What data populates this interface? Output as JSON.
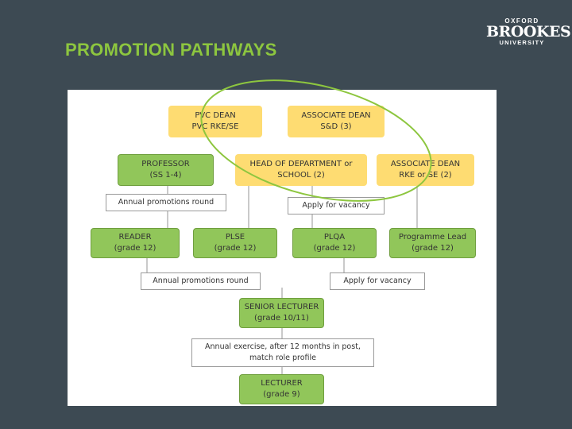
{
  "slide": {
    "title": "PROMOTION PATHWAYS"
  },
  "logo": {
    "line1": "OXFORD",
    "line2": "BROOKES",
    "line3": "UNIVERSITY"
  },
  "diagram": {
    "pvc_dean": "PVC DEAN\nPVC RKE/SE",
    "assoc_dean_sd": "ASSOCIATE DEAN\nS&D (3)",
    "professor": "PROFESSOR\n(SS 1-4)",
    "head_dept": "HEAD OF DEPARTMENT or\nSCHOOL (2)",
    "assoc_dean_rke": "ASSOCIATE DEAN\nRKE or SE (2)",
    "annual_round_top": "Annual promotions round",
    "apply_vacancy_top": "Apply for vacancy",
    "reader": "READER\n(grade 12)",
    "plse": "PLSE\n(grade 12)",
    "plqa": "PLQA\n(grade 12)",
    "programme_lead": "Programme Lead\n(grade 12)",
    "annual_round_mid": "Annual promotions round",
    "apply_vacancy_mid": "Apply for vacancy",
    "senior_lecturer": "SENIOR LECTURER\n(grade 10/11)",
    "annual_exercise": "Annual exercise, after 12 months in post,\nmatch role profile",
    "lecturer": "LECTURER\n(grade 9)"
  },
  "colors": {
    "background": "#3d4a53",
    "title": "#8dc63f",
    "yellow_box": "#fedc72",
    "green_box": "#91c65a",
    "highlight_ellipse": "#8dc63f"
  }
}
